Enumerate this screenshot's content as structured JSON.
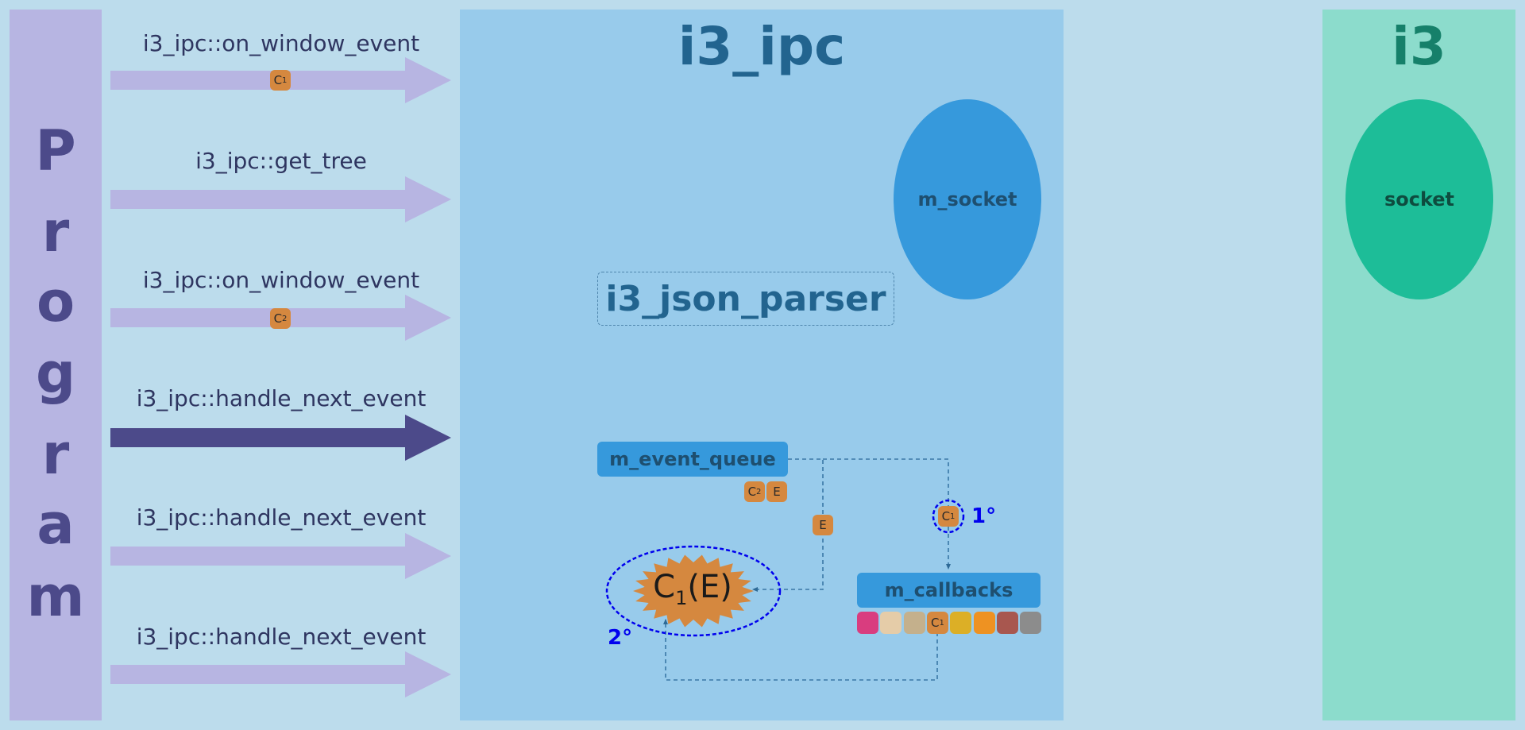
{
  "program": {
    "letters": [
      "P",
      "r",
      "o",
      "g",
      "r",
      "a",
      "m"
    ]
  },
  "calls": [
    {
      "label": "i3_ipc::on_window_event",
      "badge": "C",
      "badge_sub": "1",
      "active": false
    },
    {
      "label": "i3_ipc::get_tree",
      "badge": "",
      "badge_sub": "",
      "active": false
    },
    {
      "label": "i3_ipc::on_window_event",
      "badge": "C",
      "badge_sub": "2",
      "active": false
    },
    {
      "label": "i3_ipc::handle_next_event",
      "badge": "",
      "badge_sub": "",
      "active": true
    },
    {
      "label": "i3_ipc::handle_next_event",
      "badge": "",
      "badge_sub": "",
      "active": false
    },
    {
      "label": "i3_ipc::handle_next_event",
      "badge": "",
      "badge_sub": "",
      "active": false
    }
  ],
  "ipc": {
    "title": "i3_ipc",
    "m_socket": "m_socket",
    "json_parser": "i3_json_parser",
    "event_queue": {
      "label": "m_event_queue",
      "items": [
        {
          "text": "C",
          "sub": "2"
        },
        {
          "text": "E",
          "sub": ""
        }
      ]
    },
    "callbacks": {
      "label": "m_callbacks",
      "slot_colors": [
        "#d93d7f",
        "#e5cca8",
        "#c4b08c",
        "#d5883f",
        "#dcaf26",
        "#ee9222",
        "#a8574f",
        "#8c8c8c"
      ],
      "highlight": {
        "text": "C",
        "sub": "1"
      }
    },
    "event_chip": "E",
    "selected_callback": {
      "text": "C",
      "sub": "1"
    },
    "step1": "1°",
    "step2": "2°",
    "invocation": {
      "fn": "C",
      "sub": "1",
      "arg": "(E)"
    }
  },
  "i3": {
    "title": "i3",
    "socket": "socket"
  },
  "colors": {
    "arrow_inactive": "#b7b5e2",
    "arrow_active": "#4c4a8a",
    "chip": "#d5883f",
    "step": "#0000ee"
  }
}
